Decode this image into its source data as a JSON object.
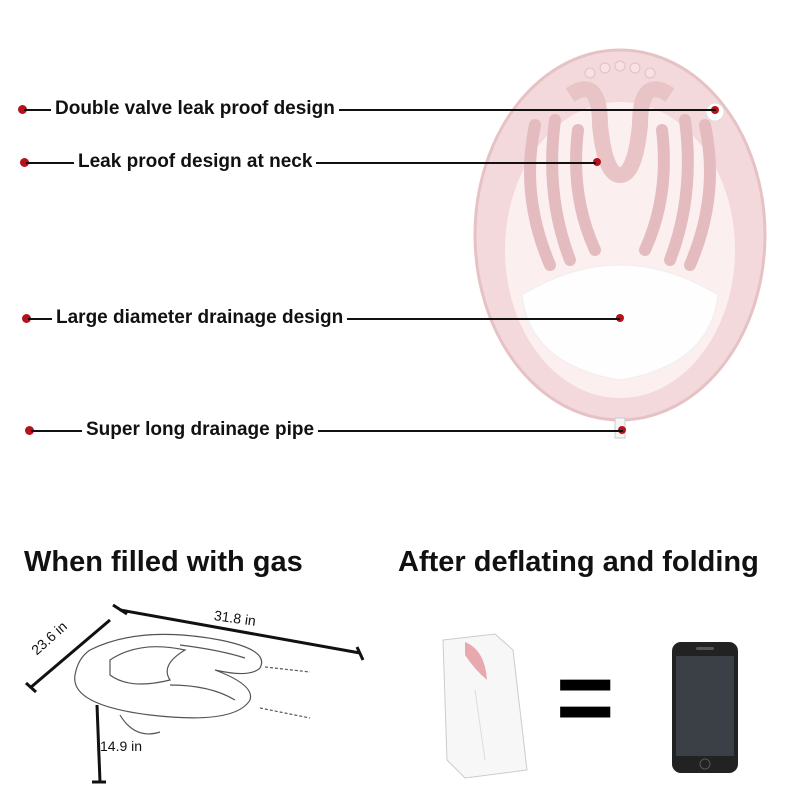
{
  "callouts": [
    {
      "label": "Double valve leak proof design"
    },
    {
      "label": "Leak proof design at neck"
    },
    {
      "label": "Large diameter drainage design"
    },
    {
      "label": "Super long drainage pipe"
    }
  ],
  "sections": {
    "inflated": {
      "title": "When filled with gas",
      "dimensions": {
        "length": "31.8 in",
        "width": "23.6 in",
        "height": "14.9 in"
      }
    },
    "folded": {
      "title": "After deflating and folding",
      "equals": "="
    }
  },
  "colors": {
    "accent_dot": "#b5121b",
    "product_pink": "#f2d6d8"
  }
}
